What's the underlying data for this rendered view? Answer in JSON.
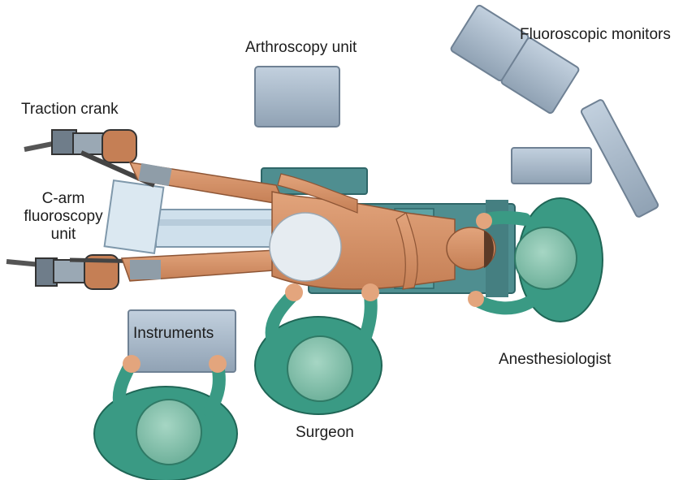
{
  "labels": {
    "arthroscopy": "Arthroscopy unit",
    "fluoro_monitors": "Fluoroscopic monitors",
    "traction_crank": "Traction crank",
    "carm_line1": "C-arm",
    "carm_line2": "fluoroscopy",
    "carm_line3": "unit",
    "instruments": "Instruments",
    "anesthesiologist": "Anesthesiologist",
    "surgeon": "Surgeon"
  },
  "colors": {
    "scrubs": "#3a9a84",
    "cap": "#8cc4b2",
    "equipment": "#a9b9c9",
    "equipment_edge": "#6f8194",
    "table_pad": "#4f8e90",
    "skin": "#d8956a",
    "carm": "#cfe0ec"
  }
}
